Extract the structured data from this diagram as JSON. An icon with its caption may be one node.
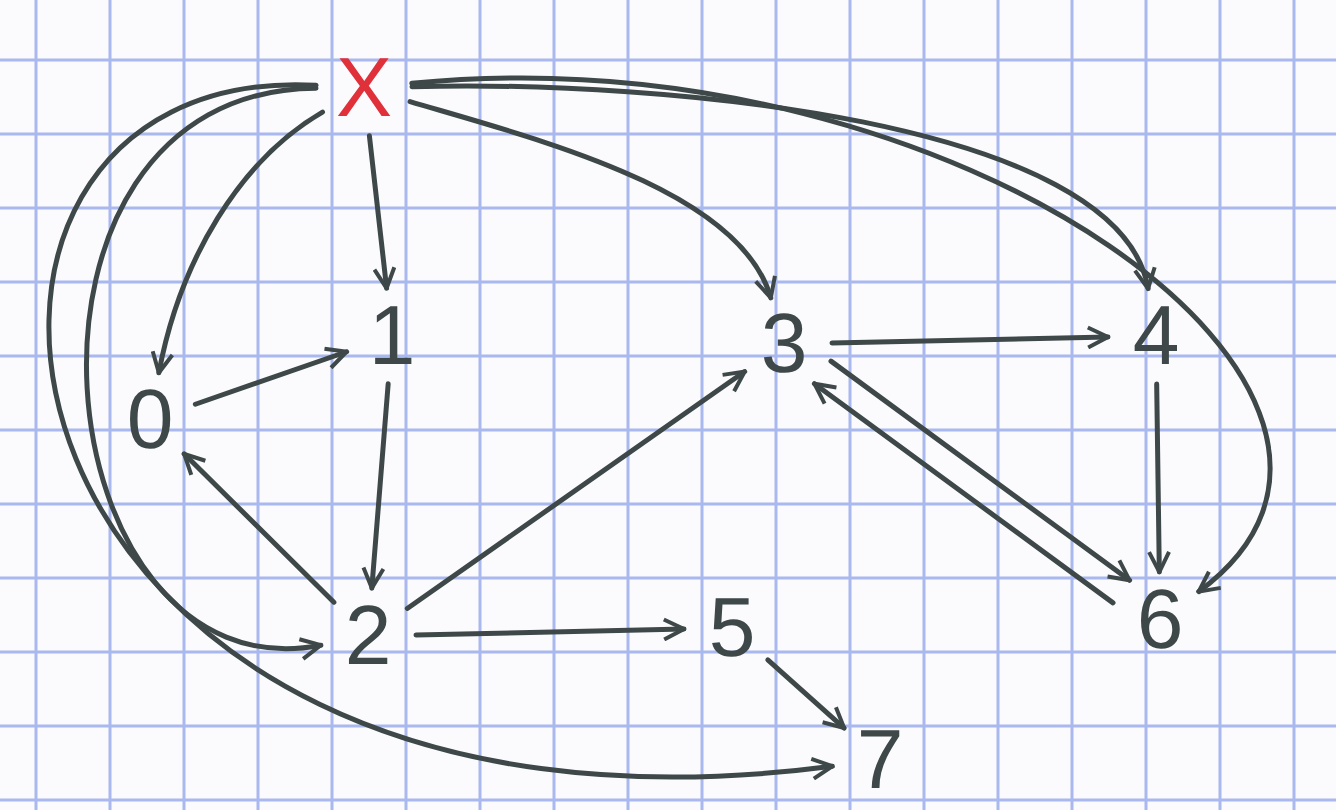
{
  "diagram": {
    "nodes": [
      {
        "text": [
          "X"
        ]
      },
      {
        "text": [
          "0"
        ]
      },
      {
        "text": [
          "1"
        ]
      },
      {
        "text": [
          "2"
        ]
      },
      {
        "text": [
          "3"
        ]
      },
      {
        "text": [
          "4"
        ]
      },
      {
        "text": [
          "5"
        ]
      },
      {
        "text": [
          "6"
        ]
      },
      {
        "text": [
          "7"
        ]
      }
    ],
    "edges": [
      {
        "from": 0,
        "to": 1,
        "arrow": "to"
      },
      {
        "from": 0,
        "to": 2,
        "arrow": "to"
      },
      {
        "from": 0,
        "to": 4,
        "arrow": "to"
      },
      {
        "from": 0,
        "to": 5,
        "arrow": "to"
      },
      {
        "from": 0,
        "to": 7,
        "arrow": "to"
      },
      {
        "from": 0,
        "to": 3,
        "arrow": "to"
      },
      {
        "from": 0,
        "to": 8,
        "arrow": "to"
      },
      {
        "from": 1,
        "to": 2,
        "arrow": "to"
      },
      {
        "from": 2,
        "to": 3,
        "arrow": "to"
      },
      {
        "from": 3,
        "to": 1,
        "arrow": "to"
      },
      {
        "from": 3,
        "to": 4,
        "arrow": "to"
      },
      {
        "from": 3,
        "to": 6,
        "arrow": "to"
      },
      {
        "from": 4,
        "to": 5,
        "arrow": "to"
      },
      {
        "from": 5,
        "to": 7,
        "arrow": "to"
      },
      {
        "from": 4,
        "to": 7,
        "arrow": "to"
      },
      {
        "from": 7,
        "to": 4,
        "arrow": "to"
      },
      {
        "from": 6,
        "to": 8,
        "arrow": "to"
      }
    ]
  }
}
